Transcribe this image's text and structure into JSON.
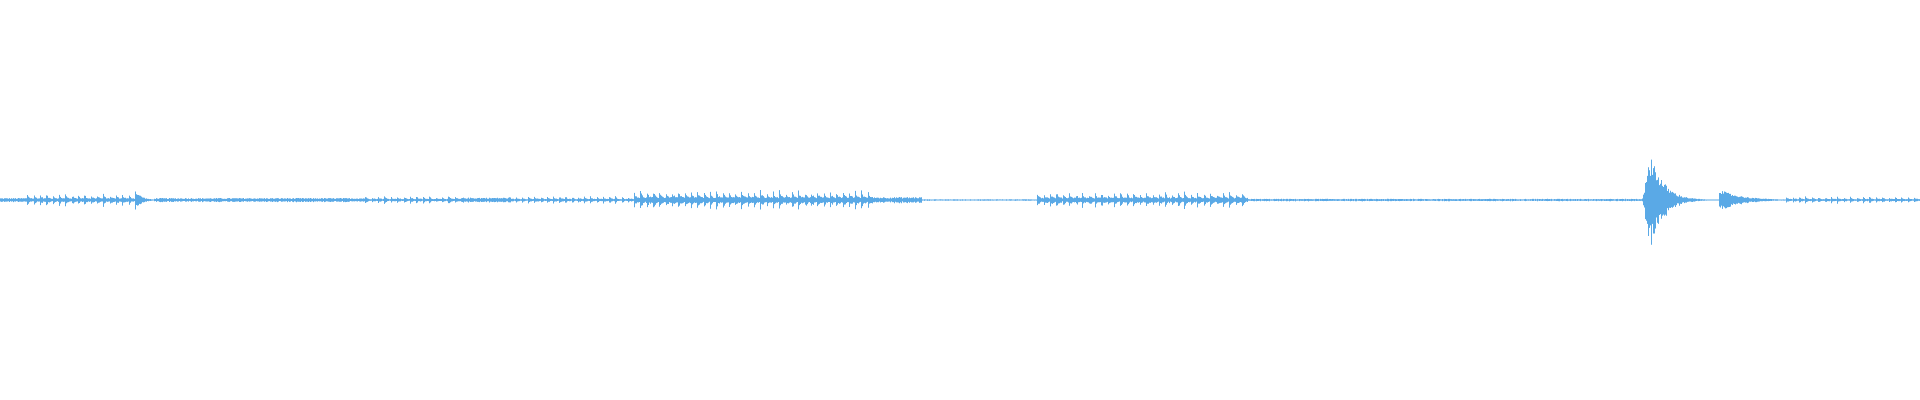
{
  "waveform": {
    "color": "#5aa9e6",
    "background": "#ffffff",
    "baseline_amplitude": 0.006,
    "segments": [
      {
        "t_start": 0.0,
        "t_end": 0.014,
        "amplitude": 0.01,
        "pattern": "flat"
      },
      {
        "t_start": 0.014,
        "t_end": 0.07,
        "amplitude": 0.035,
        "pattern": "bursts"
      },
      {
        "t_start": 0.07,
        "t_end": 0.08,
        "amplitude": 0.055,
        "pattern": "decay"
      },
      {
        "t_start": 0.08,
        "t_end": 0.19,
        "amplitude": 0.01,
        "pattern": "flat"
      },
      {
        "t_start": 0.19,
        "t_end": 0.24,
        "amplitude": 0.022,
        "pattern": "bursts"
      },
      {
        "t_start": 0.24,
        "t_end": 0.265,
        "amplitude": 0.012,
        "pattern": "flat"
      },
      {
        "t_start": 0.265,
        "t_end": 0.33,
        "amplitude": 0.022,
        "pattern": "bursts"
      },
      {
        "t_start": 0.33,
        "t_end": 0.455,
        "amplitude": 0.055,
        "pattern": "bursts"
      },
      {
        "t_start": 0.455,
        "t_end": 0.48,
        "amplitude": 0.015,
        "pattern": "flat"
      },
      {
        "t_start": 0.48,
        "t_end": 0.54,
        "amplitude": 0.004,
        "pattern": "flat"
      },
      {
        "t_start": 0.54,
        "t_end": 0.65,
        "amplitude": 0.045,
        "pattern": "bursts"
      },
      {
        "t_start": 0.65,
        "t_end": 0.855,
        "amplitude": 0.006,
        "pattern": "flat"
      },
      {
        "t_start": 0.855,
        "t_end": 0.895,
        "amplitude": 0.24,
        "pattern": "impulse"
      },
      {
        "t_start": 0.895,
        "t_end": 0.93,
        "amplitude": 0.055,
        "pattern": "decay"
      },
      {
        "t_start": 0.93,
        "t_end": 1.0,
        "amplitude": 0.02,
        "pattern": "bursts"
      }
    ]
  }
}
